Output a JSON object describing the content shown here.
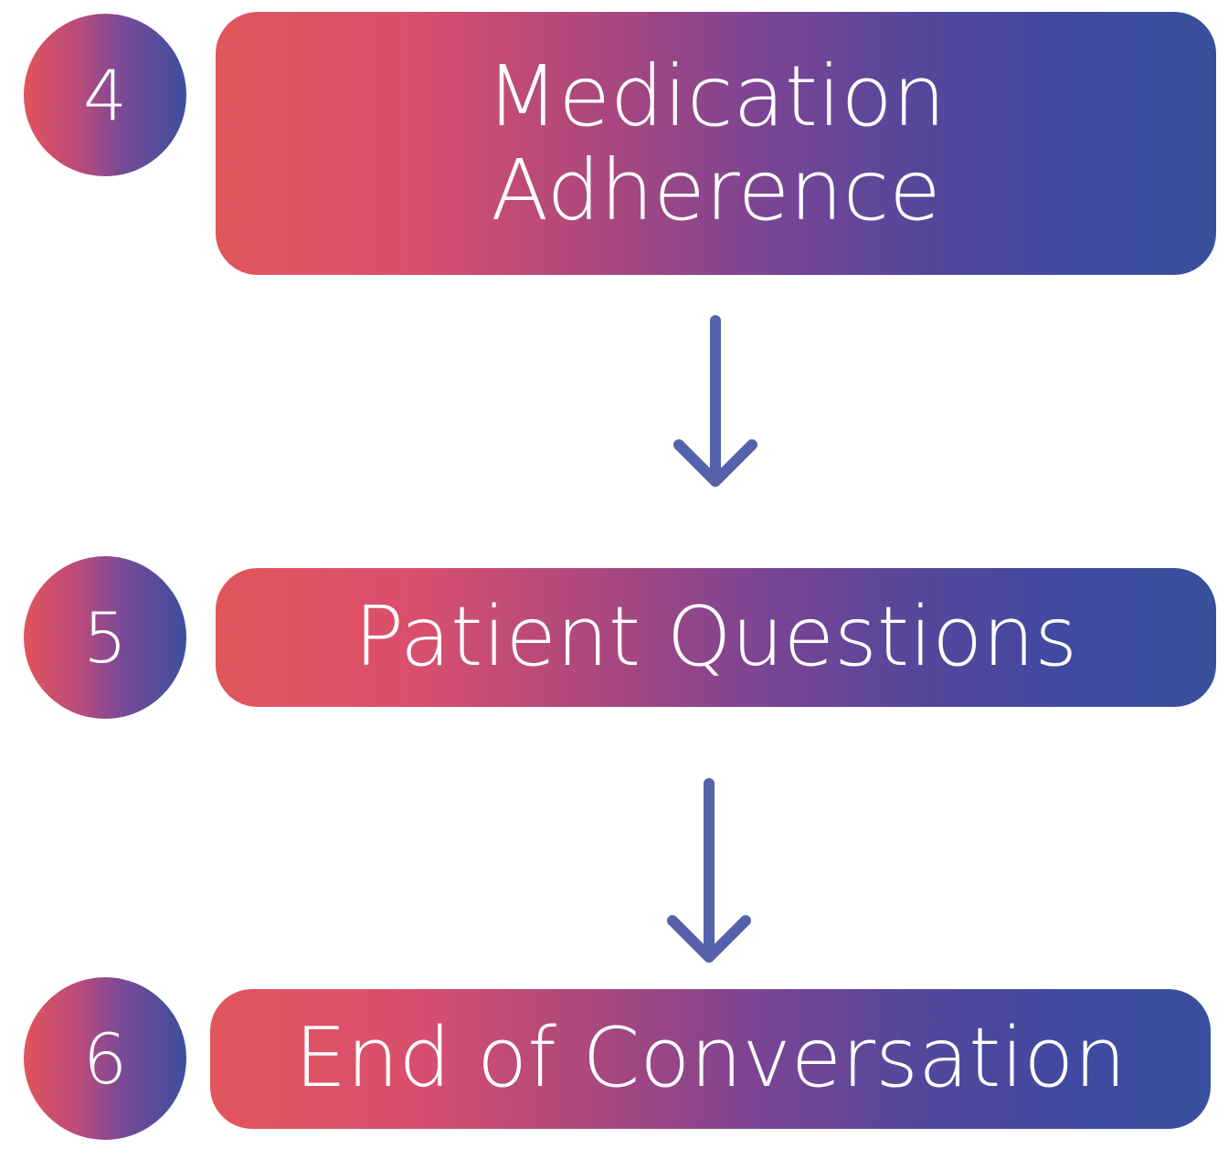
{
  "steps": [
    {
      "number": "4",
      "label": "Medication\nAdherence"
    },
    {
      "number": "5",
      "label": "Patient Questions"
    },
    {
      "number": "6",
      "label": "End of Conversation"
    }
  ],
  "colors": {
    "gradient_start": "#e1565b",
    "gradient_mid": "#7b4494",
    "gradient_end": "#38509d",
    "arrow": "#5561ab",
    "text": "#ffffff"
  }
}
